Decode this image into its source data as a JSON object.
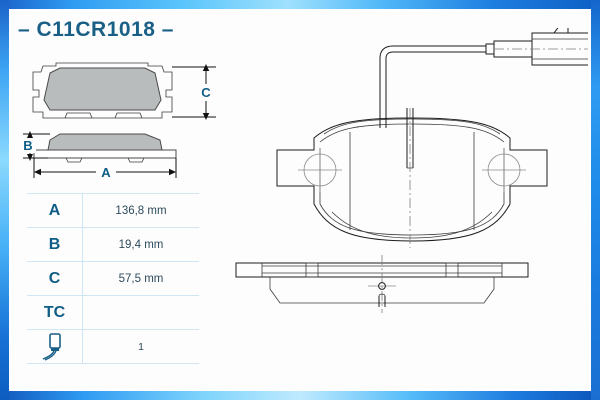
{
  "page": {
    "title": "– C11CR1018 –",
    "part_code": "C11CR1018",
    "accent_color": "#1a5f86",
    "frame_color": "#2f9bf2",
    "background_color": "#ffffff"
  },
  "dimension_labels": {
    "a": "A",
    "b": "B",
    "c": "C"
  },
  "spec_table": {
    "rows": [
      {
        "label": "A",
        "value": "136,8 mm",
        "icon": ""
      },
      {
        "label": "B",
        "value": "19,4 mm",
        "icon": ""
      },
      {
        "label": "C",
        "value": "57,5 mm",
        "icon": ""
      },
      {
        "label": "TC",
        "value": "",
        "icon": ""
      },
      {
        "label": "",
        "value": "1",
        "icon": "wear-sensor-icon"
      }
    ]
  },
  "drawings": {
    "top_view_label": "brake-pad-front-silhouette",
    "side_view_label": "brake-pad-side-profile",
    "main_view_label": "brake-pad-technical-face-view",
    "edge_view_label": "brake-pad-technical-edge-view",
    "sensor_label": "wear-sensor-with-connector"
  }
}
